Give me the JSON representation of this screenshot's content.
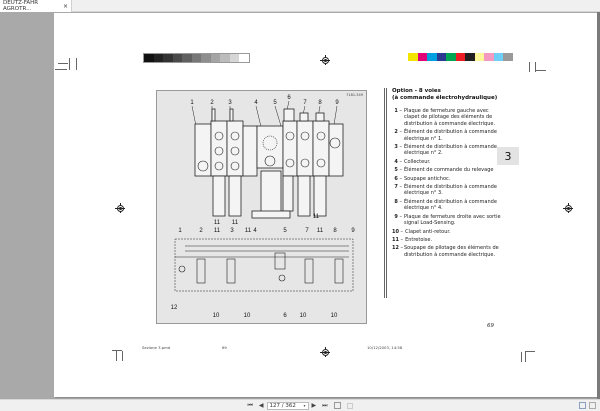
{
  "tab": {
    "title": "DEUTZ-FAHR AGROTR...",
    "close_icon": "×"
  },
  "page": {
    "figure": {
      "code": "7181-349",
      "top_callouts": [
        "1",
        "2",
        "3",
        "4",
        "5",
        "6",
        "7",
        "8",
        "9"
      ],
      "bottom_callouts_upper": [
        "11",
        "11",
        "11"
      ],
      "schematic_top_callouts": [
        "1",
        "2",
        "11",
        "3",
        "11",
        "4",
        "5",
        "7",
        "11",
        "8",
        "9"
      ],
      "schematic_bottom_callouts": [
        "12",
        "10",
        "10",
        "6",
        "10",
        "10"
      ]
    },
    "title_line1": "Option - 8 voies",
    "title_line2": "(à commande électrohydraulique)",
    "legend": [
      {
        "num": "1",
        "text": "Plaque de fermeture gauche avec clapet de pilotage des éléments de distribution à commande électrique."
      },
      {
        "num": "2",
        "text": "Élément de distribution à commande électrique n° 1."
      },
      {
        "num": "3",
        "text": "Élément de distribution à commande électrique n° 2."
      },
      {
        "num": "4",
        "text": "Collecteur."
      },
      {
        "num": "5",
        "text": "Élément de commande du relevage"
      },
      {
        "num": "6",
        "text": "Soupape antichoc."
      },
      {
        "num": "7",
        "text": "Élément de distribution à commande électrique n° 3."
      },
      {
        "num": "8",
        "text": "Élément de distribution à commande électrique n° 4."
      },
      {
        "num": "9",
        "text": "Plaque de fermeture droite avec sortie signal Load-Sensing."
      },
      {
        "num": "10",
        "text": "Clapet anti-retour."
      },
      {
        "num": "11",
        "text": "Entretoise."
      },
      {
        "num": "12",
        "text": "Soupape de pilotage des éléments de distribution à commande électrique."
      }
    ],
    "chapter_tab": "3",
    "page_number": "69",
    "slug": {
      "file": "Sezione 3.pmd",
      "page": "69",
      "date": "10/12/2003, 14:58"
    },
    "grayscale": [
      "#111111",
      "#222222",
      "#333333",
      "#4a4a4a",
      "#606060",
      "#777777",
      "#8e8e8e",
      "#a5a5a5",
      "#bcbcbc",
      "#d6d6d6",
      "#ffffff"
    ],
    "colorbar": [
      "#f2e600",
      "#e0007a",
      "#009fe0",
      "#2b3990",
      "#00a651",
      "#ed1c24",
      "#231f20",
      "#fff799",
      "#f49ac1",
      "#6dcff6",
      "#999999"
    ]
  },
  "toolbar": {
    "first_icon": "⏮",
    "prev_icon": "◀",
    "page_field": "127 / 362",
    "dropdown_icon": "▾",
    "next_icon": "▶",
    "last_icon": "⏭"
  }
}
